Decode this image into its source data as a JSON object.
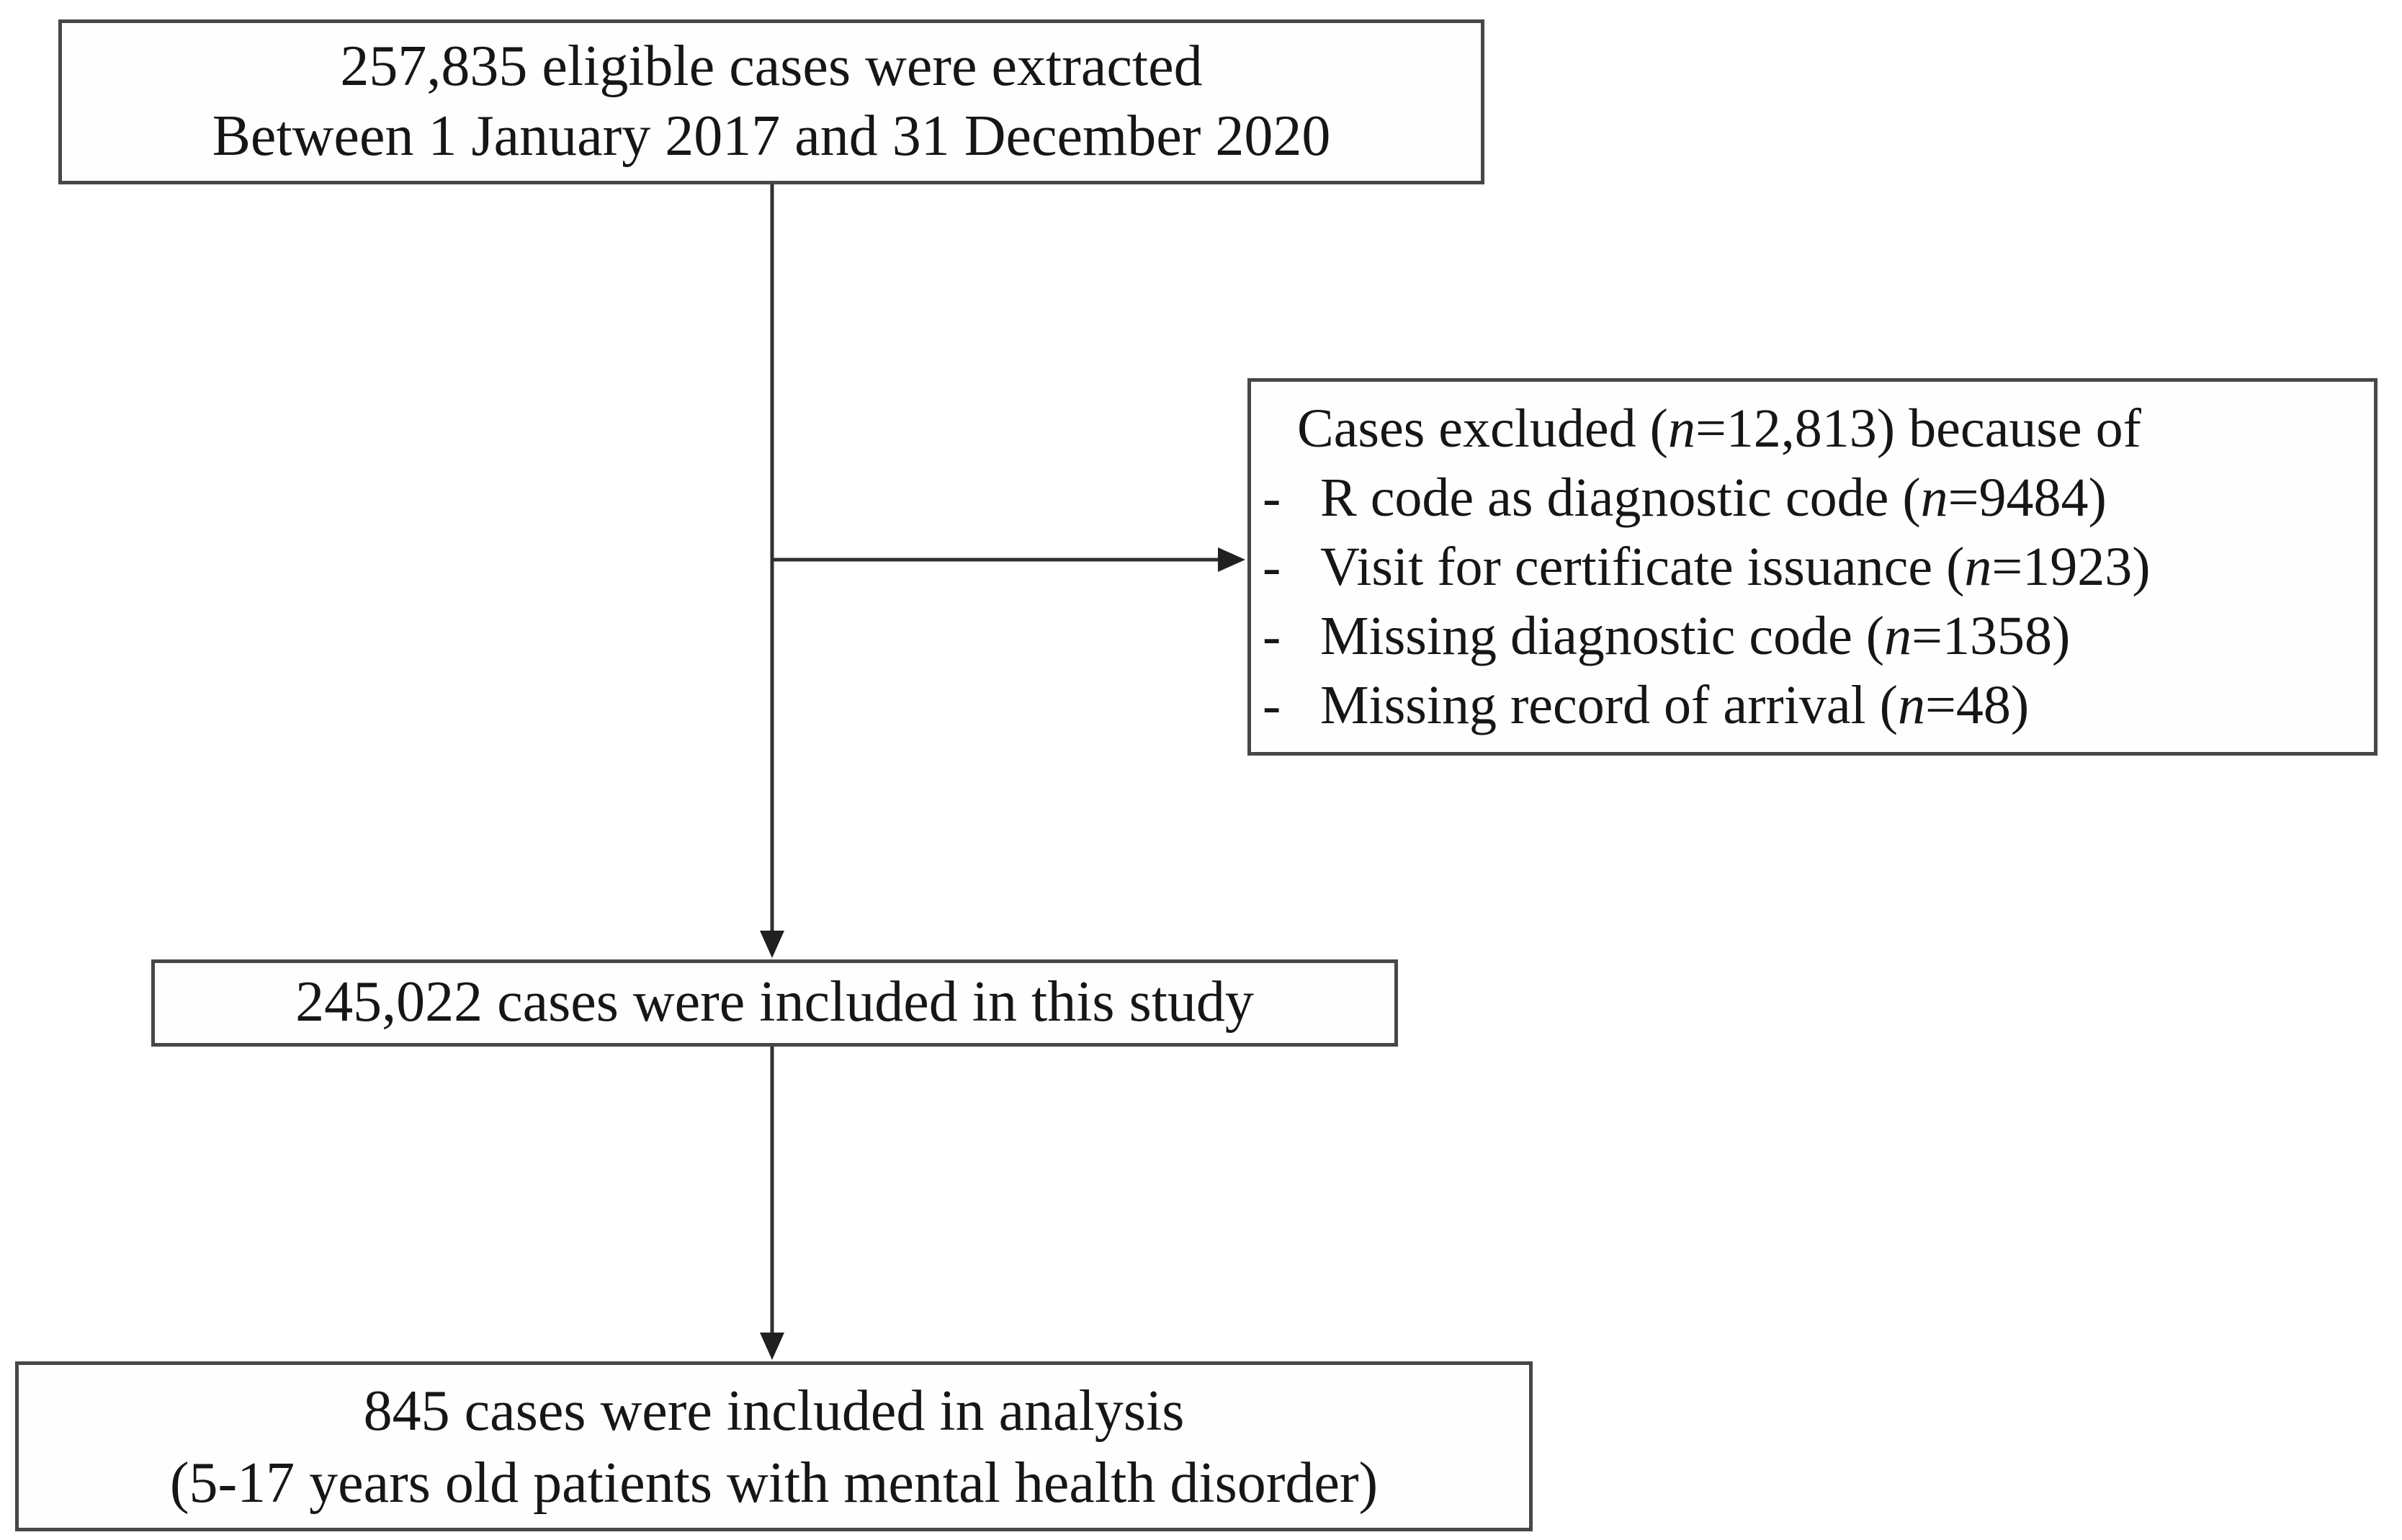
{
  "diagram": {
    "kind": "study-flow-chart",
    "colors": {
      "background": "#ffffff",
      "box_border": "#474747",
      "connector": "#303030",
      "text": "#161616"
    },
    "boxes": {
      "eligible": {
        "line1": "257,835 eligible cases were extracted",
        "line2": "Between 1 January 2017 and 31 December 2020"
      },
      "excluded": {
        "header": {
          "pre": "Cases excluded (",
          "n": "n",
          "post": "=12,813) because of"
        },
        "items": [
          {
            "bullet": "-",
            "pre": "R code as diagnostic code (",
            "n": "n",
            "post": "=9484)"
          },
          {
            "bullet": "-",
            "pre": "Visit for certificate issuance (",
            "n": "n",
            "post": "=1923)"
          },
          {
            "bullet": "-",
            "pre": "Missing diagnostic code (",
            "n": "n",
            "post": "=1358)"
          },
          {
            "bullet": "-",
            "pre": "Missing record of arrival (",
            "n": "n",
            "post": "=48)"
          }
        ]
      },
      "included": {
        "line1": "245,022 cases were included in this study"
      },
      "analysis": {
        "line1": "845 cases were included in analysis",
        "line2": "(5-17 years old patients with mental health disorder)"
      }
    }
  }
}
